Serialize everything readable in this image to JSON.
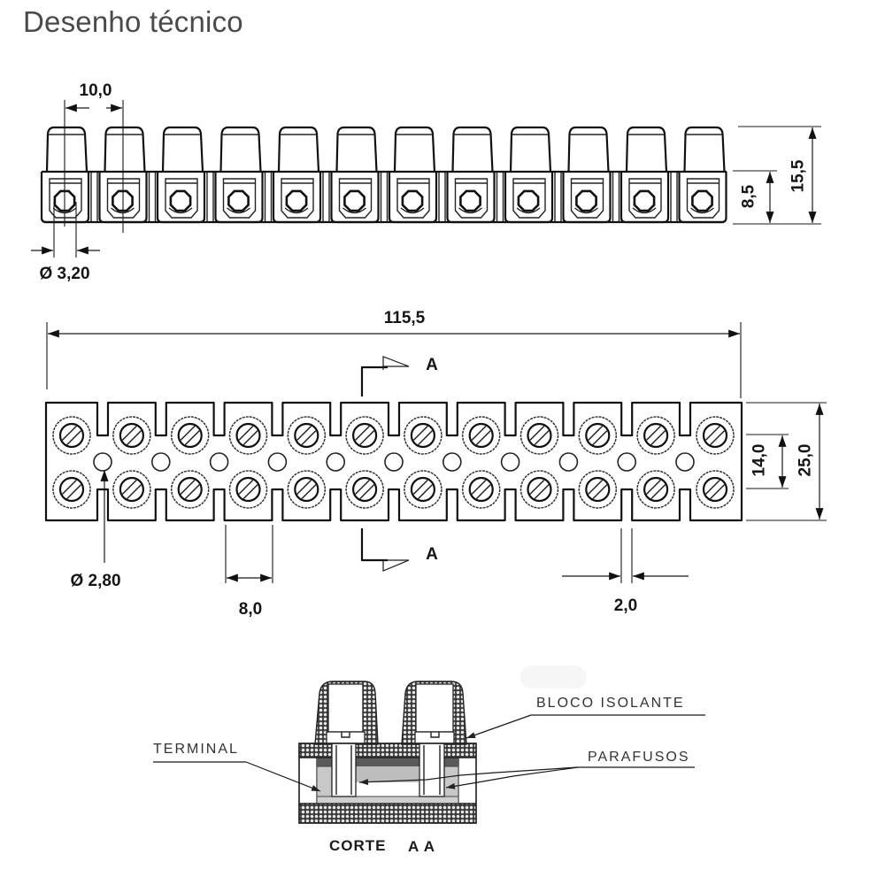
{
  "page": {
    "title": "Desenho técnico"
  },
  "colors": {
    "title": "#4a4a4a",
    "ink": "#111111",
    "section_dark": "#555555",
    "section_light": "#c4c4c4"
  },
  "drawing": {
    "pole_count": 12,
    "side_view": {
      "dim_pitch": "10,0",
      "dim_screw_hole": "Ø 3,20",
      "dim_base_height": "8,5",
      "dim_total_height": "15,5"
    },
    "top_view": {
      "dim_length": "115,5",
      "dim_mount_hole": "Ø 2,80",
      "dim_module": "8,0",
      "dim_gap": "2,0",
      "dim_screw_spacing": "14,0",
      "dim_width": "25,0",
      "section_marker_top": "A",
      "section_marker_bottom": "A"
    },
    "section_view": {
      "caption": "CORTE",
      "caption_section": "A  A",
      "callouts": {
        "insulating_block": "BLOCO  ISOLANTE",
        "terminal": "TERMINAL",
        "screws": "PARAFUSOS"
      }
    }
  }
}
